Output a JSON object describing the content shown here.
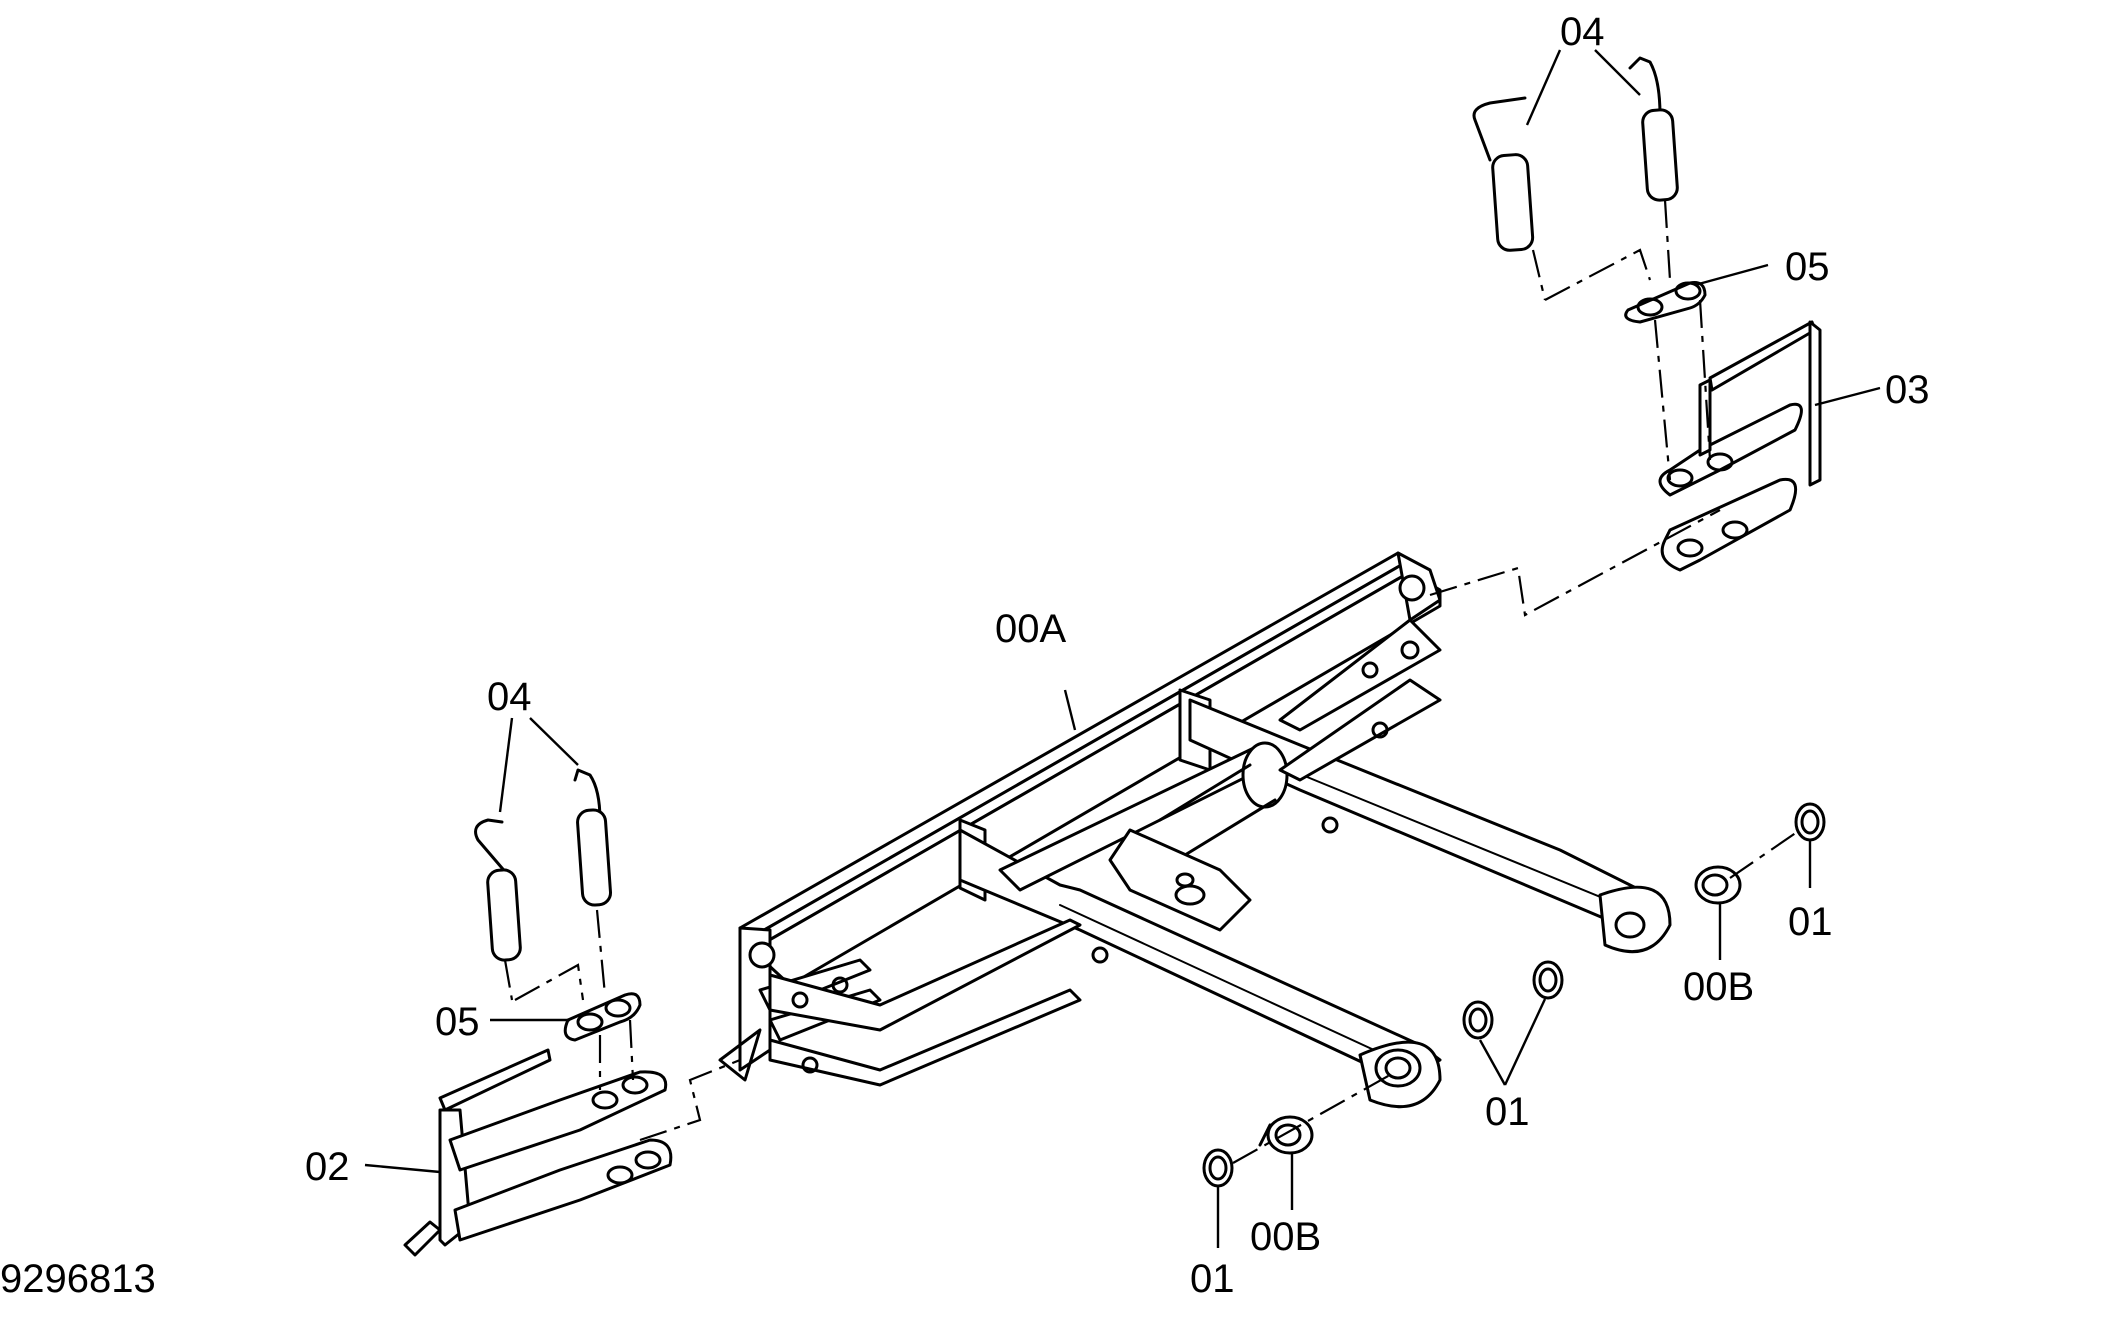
{
  "drawing": {
    "id": "9296813",
    "callouts": {
      "frame": "00A",
      "bushing": "00B",
      "shim": "01",
      "bracket_left": "02",
      "bracket_right": "03",
      "pin": "04",
      "washer": "05"
    }
  }
}
